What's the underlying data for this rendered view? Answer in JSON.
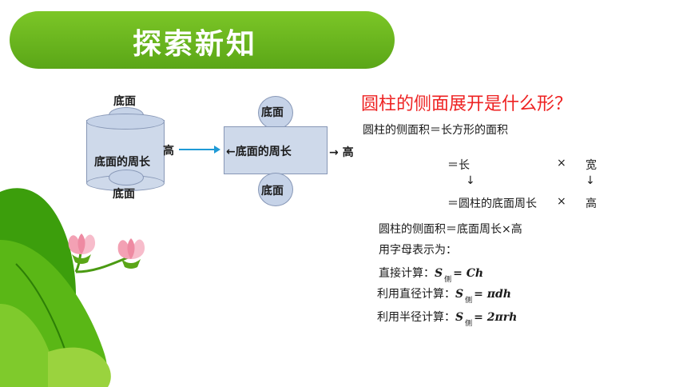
{
  "banner": {
    "title": "探索新知"
  },
  "diagram": {
    "cylinder": {
      "top_label": "底面",
      "bottom_label": "底面",
      "side_label": "底面的周长",
      "height_label": "高"
    },
    "unrolled": {
      "top_label": "底面",
      "bottom_label": "底面",
      "length_label": "底面的周长",
      "height_label": "高",
      "arrow_left": "←",
      "arrow_right": "→"
    }
  },
  "content": {
    "question": "圆柱的侧面展开是什么形？",
    "line1": "圆柱的侧面积＝长方形的面积",
    "row1": {
      "eq": "＝长",
      "times": "×",
      "right": "宽"
    },
    "down_arrow": "↓",
    "row2": {
      "eq": "＝圆柱的底面周长",
      "times": "×",
      "right": "高"
    },
    "line3": "圆柱的侧面积＝底面周长×高",
    "line4": "用字母表示为：",
    "formulas": [
      {
        "label": "直接计算：",
        "var": "S",
        "sub": "侧",
        "expr": "= Ch"
      },
      {
        "label": "利用直径计算：",
        "var": "S",
        "sub": "侧",
        "expr": "= πdh"
      },
      {
        "label": "利用半径计算：",
        "var": "S",
        "sub": "侧",
        "expr": "= 2πrh"
      }
    ]
  },
  "colors": {
    "banner": "#6cb820",
    "question": "#ee2222",
    "arrow": "#1f9ad6",
    "leaf": "#4fae12",
    "flower": "#f3a1b4"
  }
}
